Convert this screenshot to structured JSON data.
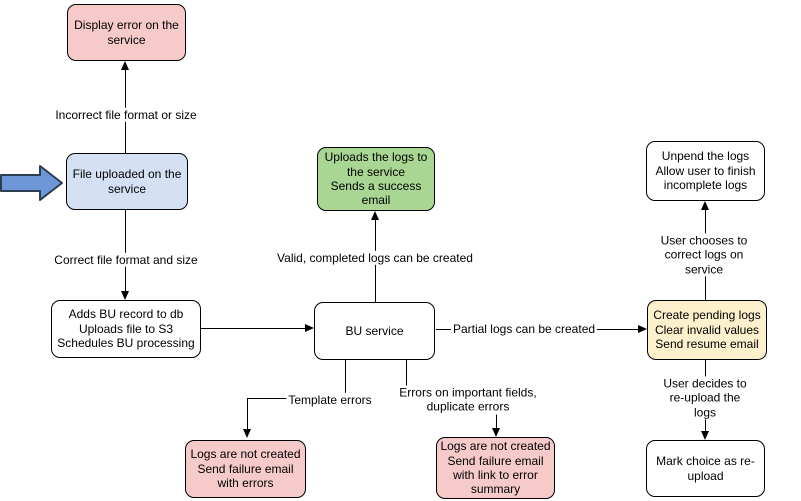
{
  "diagram": {
    "type": "flowchart",
    "background": "#ffffff"
  },
  "colors": {
    "error_node_fill": "#f5cac8",
    "input_node_fill": "#d4e1f5",
    "success_node_fill": "#a9d692",
    "pending_node_fill": "#fdf0cd",
    "plain_node_fill": "#ffffff",
    "node_border": "#000000",
    "edge_color": "#000000",
    "start_arrow_fill": "#6e97d9",
    "start_arrow_border": "#2d3e50"
  },
  "nodes": {
    "display_error": {
      "text": "Display error on the\nservice"
    },
    "file_uploaded": {
      "text": "File uploaded on the\nservice"
    },
    "adds_bu_record": {
      "text": "Adds BU record to db\nUploads file to S3\nSchedules BU processing"
    },
    "bu_service": {
      "text": "BU service"
    },
    "uploads_logs": {
      "text": "Uploads the logs to\nthe service\nSends a success\nemail"
    },
    "unpend_logs": {
      "text": "Unpend the logs\nAllow user to finish\nincomplete logs"
    },
    "create_pending_logs": {
      "text": "Create pending logs\nClear invalid values\nSend resume email"
    },
    "mark_choice": {
      "text": "Mark choice as re-\nupload"
    },
    "logs_not_created_errors": {
      "text": "Logs are not created\nSend failure email\nwith errors"
    },
    "logs_not_created_summary": {
      "text": "Logs are not created\nSend failure email\nwith link to error\nsummary"
    }
  },
  "edges": {
    "incorrect_format": "Incorrect file format or size",
    "correct_format": "Correct file format and size",
    "valid_logs": "Valid, completed logs can be created",
    "partial_logs": "Partial logs can be created",
    "user_chooses": "User chooses to correct logs on service",
    "user_decides": "User decides to re-upload the logs",
    "template_errors": "Template errors",
    "important_fields": "Errors on important fields,\nduplicate errors"
  }
}
